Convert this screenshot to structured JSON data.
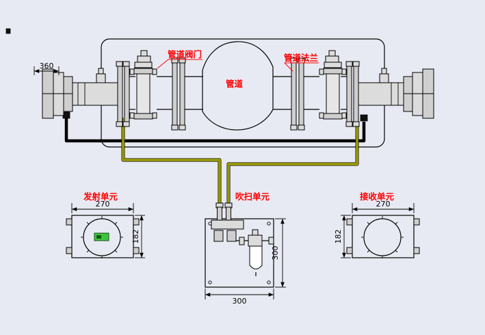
{
  "canvas": {
    "background": "#e8eaf3"
  },
  "annotations": {
    "pipe_valve": "管道阀门",
    "pipe_flange": "管道法兰",
    "pipe": "管道",
    "transmit_unit": "发射单元",
    "purge_unit": "吹扫单元",
    "receive_unit": "接收单元"
  },
  "dimensions": {
    "top_left": "360",
    "transmit_width": "270",
    "transmit_height": "182",
    "receive_width": "270",
    "receive_height": "182",
    "purge_width": "300",
    "purge_height": "300"
  },
  "colors": {
    "background": "#e8eaf3",
    "annotation_red": "#ff0000",
    "dimension_text": "#000000",
    "outline": "#000000",
    "cable_yellow": "#ffff00",
    "cable_black": "#000000",
    "metal_light": "#dcdcdc",
    "metal_mid": "#cfcfcf",
    "display_green": "#3fc43f"
  }
}
